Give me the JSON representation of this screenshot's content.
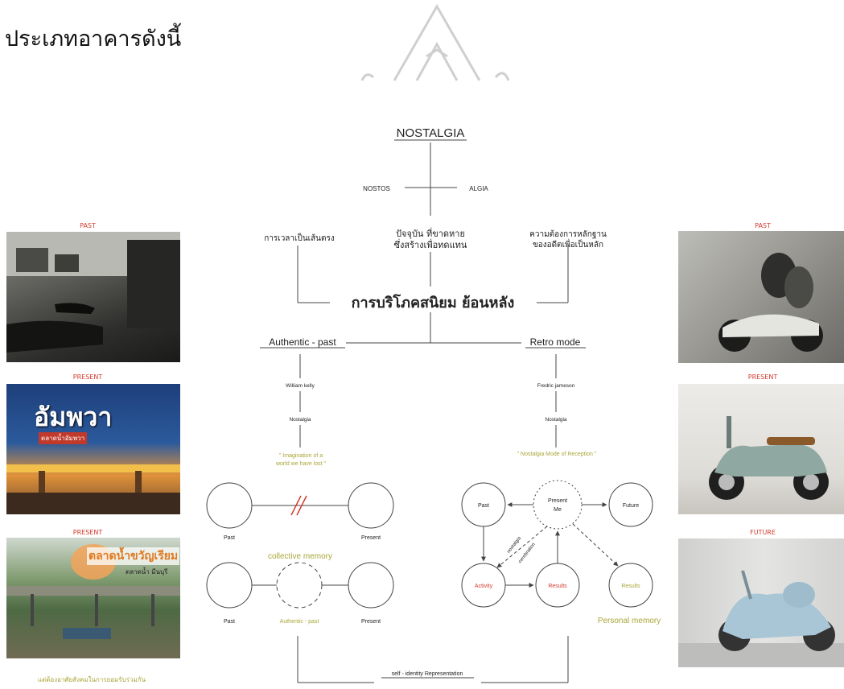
{
  "page": {
    "heading": "ประเภทอาคารดังนี้"
  },
  "diagram": {
    "title": "NOSTALGIA",
    "nostos": "NOSTOS",
    "algia": "ALGIA",
    "left_note": "การเวลาเป็นเส้นตรง",
    "center_note_line1": "ปัจจุบัน  ที่ขาดหาย",
    "center_note_line2": "ซึ่งสร้างเพื่อทดแทน",
    "right_note_line1": "ความต้องการหลักฐาน",
    "right_note_line2": "ของอดีตเพื่อเป็นหลัก",
    "main_concept": "การบริโภคสนิยม ย้อนหลัง",
    "authentic_past": "Authentic - past",
    "retro_mode": "Retro mode",
    "william_kelly": "William kelly",
    "fredric_jameson": "Fredric jameson",
    "nostalgia_left": "Nostalgia",
    "nostalgia_right": "Nostalgia",
    "imagination_line1": "\" Imagination of a",
    "imagination_line2": "world we have lost \"",
    "nostalgia_mode": "\" Nostalgia Mode of Reception \"",
    "collective_memory": "collective memory",
    "personal_memory": "Personal memory",
    "past_1": "Past",
    "present_1": "Present",
    "past_2": "Past",
    "authentic_past_node": "Authentic - past",
    "present_2": "Present",
    "node_past": "Past",
    "node_present_line1": "Present",
    "node_present_line2": "Me",
    "node_future": "Future",
    "node_activity": "Activity",
    "node_results_red": "Results",
    "node_results_green": "Results",
    "edge_nostalgia": "nostalgia",
    "edge_cerebration": "cerebration",
    "bottom_label": "self  -  identity Representation"
  },
  "left_column": {
    "cap_past": "PAST",
    "cap_present_1": "PRESENT",
    "cap_present_2": "PRESENT",
    "photo2_title": "อัมพวา",
    "photo2_sub": "ตลาดน้ำอัมพวา",
    "photo3_title": "ตลาดน้ำขวัญเรียม",
    "photo3_sub": "ตลาดน้ำ มีนบุรี",
    "bottom_caption": "แต่ต้องอาศัยสังคมในการยอมรับร่วมกัน"
  },
  "right_column": {
    "cap_past": "PAST",
    "cap_present": "PRESENT",
    "cap_future": "FUTURE"
  },
  "colors": {
    "red": "#d23a2e",
    "olive_green": "#a9a638",
    "line": "#444444"
  }
}
